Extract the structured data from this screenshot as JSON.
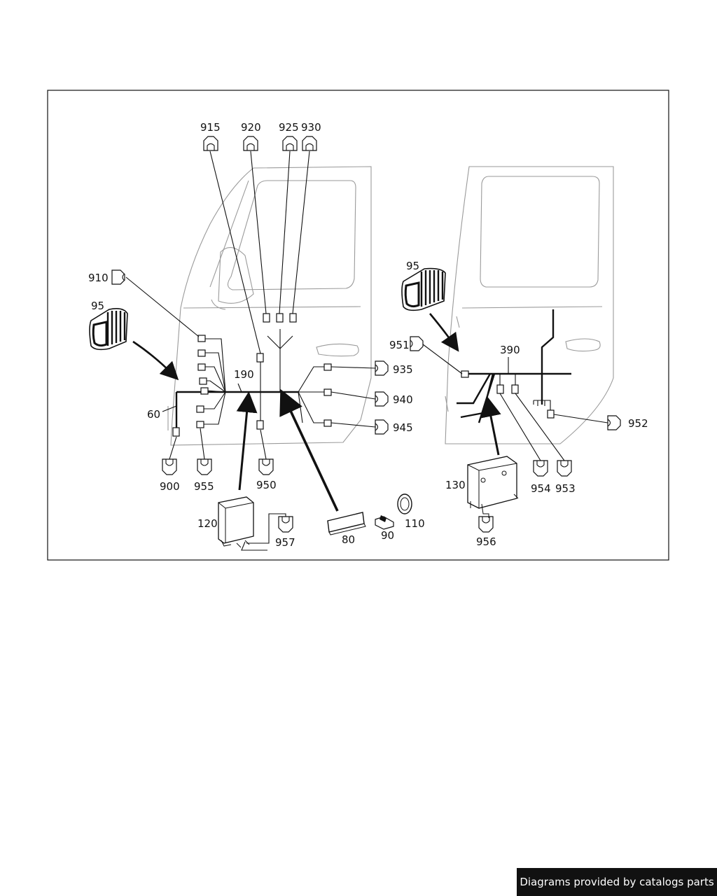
{
  "labels": {
    "p915": "915",
    "p920": "920",
    "p925": "925",
    "p930": "930",
    "p910": "910",
    "p95a": "95",
    "p95b": "95",
    "p951": "951",
    "p390": "390",
    "p190": "190",
    "p60": "60",
    "p935": "935",
    "p940": "940",
    "p945": "945",
    "p952": "952",
    "p900": "900",
    "p955": "955",
    "p950": "950",
    "p130": "130",
    "p954": "954",
    "p953": "953",
    "p120": "120",
    "p957": "957",
    "p80": "80",
    "p90": "90",
    "p110": "110",
    "p956": "956"
  },
  "footer": {
    "credit": "Diagrams provided by catalogs parts"
  },
  "colors": {
    "line": "#111111",
    "door_outline": "#9a9a9a",
    "badge_bg": "#111111",
    "badge_text": "#ffffff"
  }
}
